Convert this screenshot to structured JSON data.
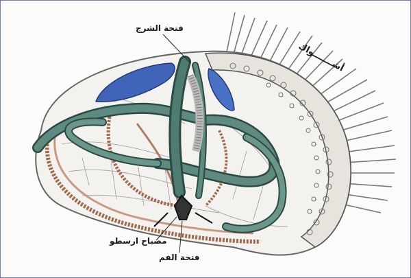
{
  "labels": {
    "anus_opening": "فتحة الشرج",
    "spines": "أشـــــــواك",
    "aristotle_lantern": "مصباح ارسطو",
    "mouth_opening": "فتحة الفم"
  },
  "colors": {
    "intestine_green": "#4f7c72",
    "intestine_dark": "#2c4a44",
    "gonad_blue": "#3f64b8",
    "water_vascular_brown": "#a06a4e",
    "shell_gray": "#9a9a9a",
    "spine_gray": "#707070",
    "label_text": "#1a1a1a"
  }
}
